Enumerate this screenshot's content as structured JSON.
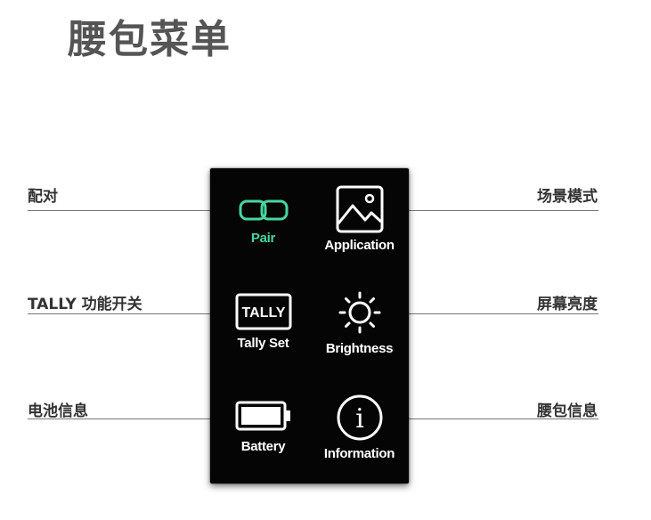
{
  "title": "腰包菜单",
  "callouts": {
    "pair": "配对",
    "tally": "TALLY 功能开关",
    "battery": "电池信息",
    "scene": "场景模式",
    "brightness": "屏幕亮度",
    "info": "腰包信息"
  },
  "device": {
    "tiles": [
      {
        "label": "Pair",
        "icon": "link-icon",
        "selected": true,
        "accent": "#46d6a0"
      },
      {
        "label": "Application",
        "icon": "image-icon"
      },
      {
        "label": "Tally Set",
        "icon": "tally-icon",
        "icon_text": "TALLY"
      },
      {
        "label": "Brightness",
        "icon": "sun-icon"
      },
      {
        "label": "Battery",
        "icon": "battery-icon"
      },
      {
        "label": "Information",
        "icon": "info-icon",
        "icon_text": "i"
      }
    ]
  }
}
